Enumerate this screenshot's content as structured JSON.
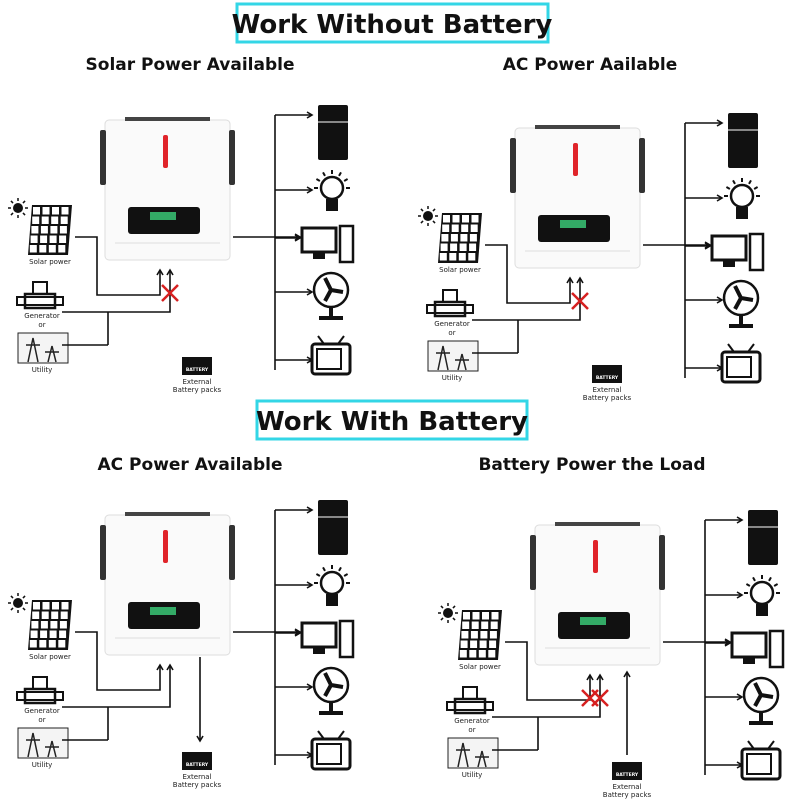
{
  "sections": [
    {
      "title": "Work Without Battery",
      "border_color": "#33d6e6"
    },
    {
      "title": "Work With Battery",
      "border_color": "#33d6e6"
    }
  ],
  "panels": [
    {
      "title": "Solar Power Available",
      "solar_blocked": false,
      "utility_blocked": true,
      "battery_flow": "none"
    },
    {
      "title": "AC Power Aailable",
      "solar_blocked": false,
      "utility_blocked": true,
      "battery_flow": "none"
    },
    {
      "title": "AC Power Available",
      "solar_blocked": false,
      "utility_blocked": false,
      "battery_flow": "charge"
    },
    {
      "title": "Battery Power the Load",
      "solar_blocked": true,
      "utility_blocked": true,
      "battery_flow": "discharge"
    }
  ],
  "labels": {
    "solar": "Solar power",
    "generator": "Generator",
    "or": "or",
    "utility": "Utility",
    "battery_icon": "BATTERY",
    "battery_line1": "External",
    "battery_line2": "Battery packs"
  },
  "loads": [
    "refrigerator-icon",
    "light-bulb-icon",
    "computer-icon",
    "fan-icon",
    "television-icon"
  ],
  "colors": {
    "blocked": "#d62020",
    "inverter_led": "#e0242a",
    "frame": "#33d6e6"
  }
}
